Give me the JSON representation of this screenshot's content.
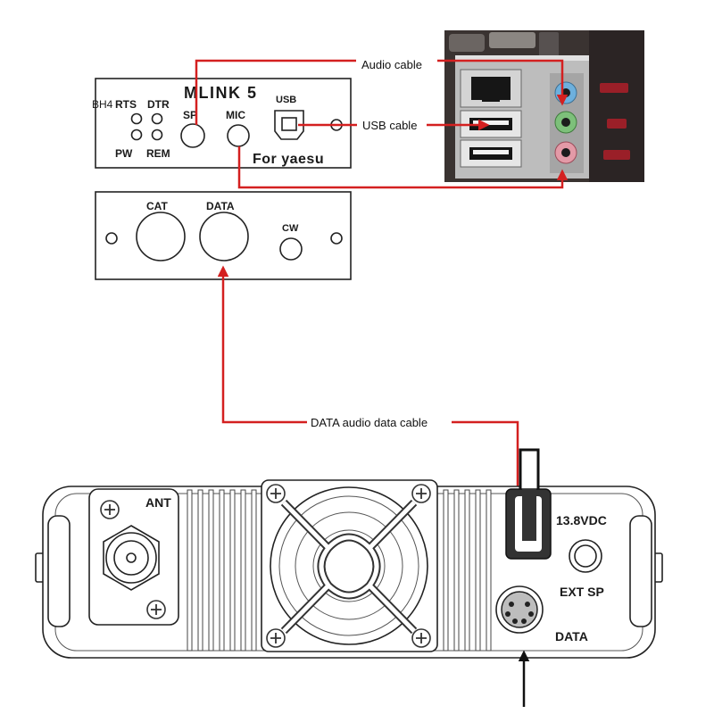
{
  "front_panel": {
    "title": "MLINK 5",
    "watermark": "BH4",
    "led_labels": {
      "rts": "RTS",
      "dtr": "DTR",
      "pw": "PW",
      "rem": "REM"
    },
    "sp_label": "SP",
    "mic_label": "MIC",
    "usb_label": "USB",
    "brand_label": "For yaesu"
  },
  "rear_panel": {
    "cat_label": "CAT",
    "data_label": "DATA",
    "cw_label": "CW"
  },
  "cables": {
    "audio": "Audio cable",
    "usb": "USB cable",
    "data": "DATA audio data cable"
  },
  "radio": {
    "ant_label": "ANT",
    "power_label": "13.8VDC",
    "ext_sp_label": "EXT SP",
    "data_label": "DATA"
  },
  "pc_ports": {
    "jack_colors": [
      "#6db0dd",
      "#7dc07a",
      "#e39aa7"
    ]
  },
  "colors": {
    "cable": "#d42020",
    "line": "#222222",
    "background": "#ffffff"
  }
}
